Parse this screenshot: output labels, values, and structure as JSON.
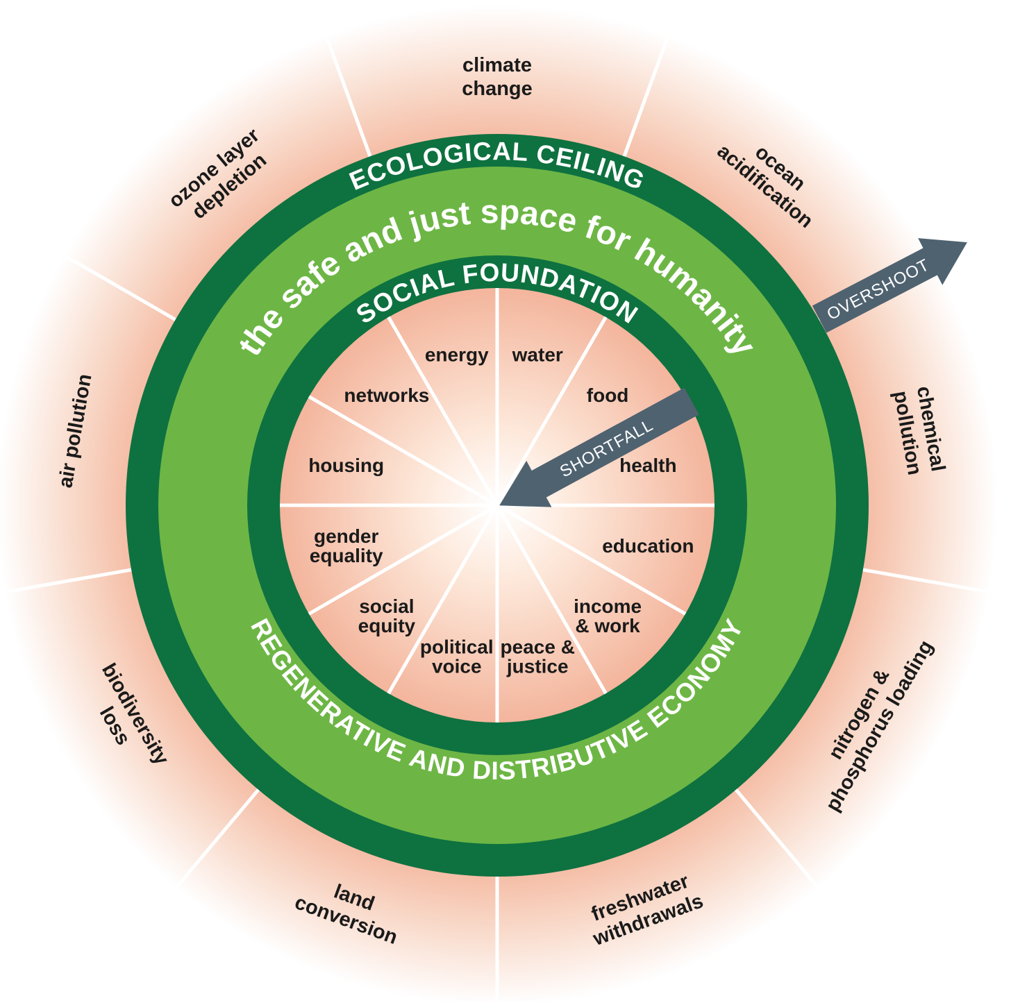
{
  "colors": {
    "dark_green": "#0e7140",
    "light_green": "#6db645",
    "salmon": "#f1b096",
    "arrow": "#4f6270",
    "spoke": "#ffffff"
  },
  "rings": {
    "ecological_ceiling": "ECOLOGICAL CEILING",
    "safe_space": "the safe and just space for humanity",
    "social_foundation": "SOCIAL FOUNDATION",
    "economy": "REGENERATIVE AND DISTRIBUTIVE ECONOMY"
  },
  "arrows": {
    "overshoot": "OVERSHOOT",
    "shortfall": "SHORTFALL"
  },
  "social_foundation": [
    {
      "lines": [
        "water"
      ]
    },
    {
      "lines": [
        "food"
      ]
    },
    {
      "lines": [
        "health"
      ]
    },
    {
      "lines": [
        "education"
      ]
    },
    {
      "lines": [
        "income",
        "& work"
      ]
    },
    {
      "lines": [
        "peace &",
        "justice"
      ]
    },
    {
      "lines": [
        "political",
        "voice"
      ]
    },
    {
      "lines": [
        "social",
        "equity"
      ]
    },
    {
      "lines": [
        "gender",
        "equality"
      ]
    },
    {
      "lines": [
        "housing"
      ]
    },
    {
      "lines": [
        "networks"
      ]
    },
    {
      "lines": [
        "energy"
      ]
    }
  ],
  "ecological_ceiling": [
    {
      "lines": [
        "climate",
        "change"
      ]
    },
    {
      "lines": [
        "ocean",
        "acidification"
      ]
    },
    {
      "lines": [
        "chemical",
        "pollution"
      ]
    },
    {
      "lines": [
        "nitrogen &",
        "phosphorus loading"
      ]
    },
    {
      "lines": [
        "freshwater",
        "withdrawals"
      ]
    },
    {
      "lines": [
        "land",
        "conversion"
      ]
    },
    {
      "lines": [
        "biodiversity",
        "loss"
      ]
    },
    {
      "lines": [
        "air pollution"
      ]
    },
    {
      "lines": [
        "ozone layer",
        "depletion"
      ]
    }
  ]
}
